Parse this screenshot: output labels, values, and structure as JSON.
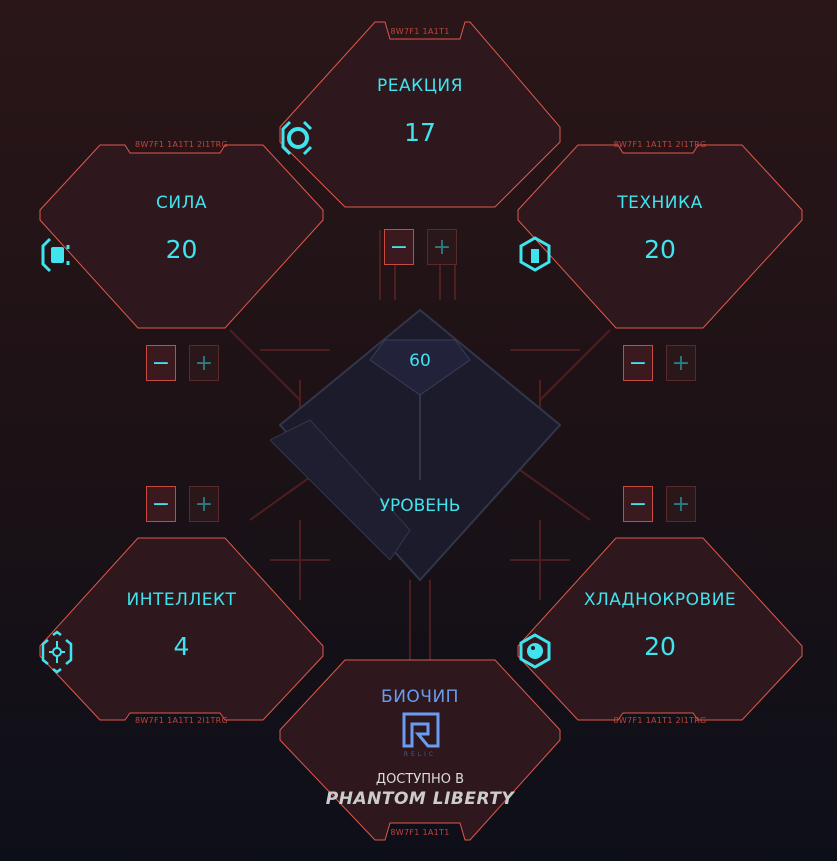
{
  "level": {
    "value": "60",
    "label": "УРОВЕНЬ"
  },
  "attributes": [
    {
      "id": "reflexes",
      "name": "РЕАКЦИЯ",
      "value": "17",
      "tab": "8W7F1 1A1T1",
      "icon": "aperture-icon"
    },
    {
      "id": "body",
      "name": "СИЛА",
      "value": "20",
      "tab": "8W7F1 1A1T1 2I1TRG",
      "icon": "fist-icon"
    },
    {
      "id": "tech",
      "name": "ТЕХНИКА",
      "value": "20",
      "tab": "8W7F1 1A1T1 2I1TRG",
      "icon": "wrench-icon"
    },
    {
      "id": "intelligence",
      "name": "ИНТЕЛЛЕКТ",
      "value": "4",
      "tab": "8W7F1 1A1T1 2I1TRG",
      "icon": "circuit-icon"
    },
    {
      "id": "cool",
      "name": "ХЛАДНОКРОВИЕ",
      "value": "20",
      "tab": "8W7F1 1A1T1 2I1TRG",
      "icon": "yin-yang-icon"
    }
  ],
  "biochip": {
    "title": "БИОЧИП",
    "logo_text": "RELIC",
    "available": "ДОСТУПНО В",
    "expansion": "PHANTOM LIBERTY",
    "tab": "8W7F1 1A1T1"
  },
  "buttons": {
    "minus": "−",
    "plus": "+"
  },
  "colors": {
    "accent": "#3fe4ee",
    "border": "#e0574a",
    "panel": "#2e181e",
    "biochip": "#6a9cf0"
  }
}
